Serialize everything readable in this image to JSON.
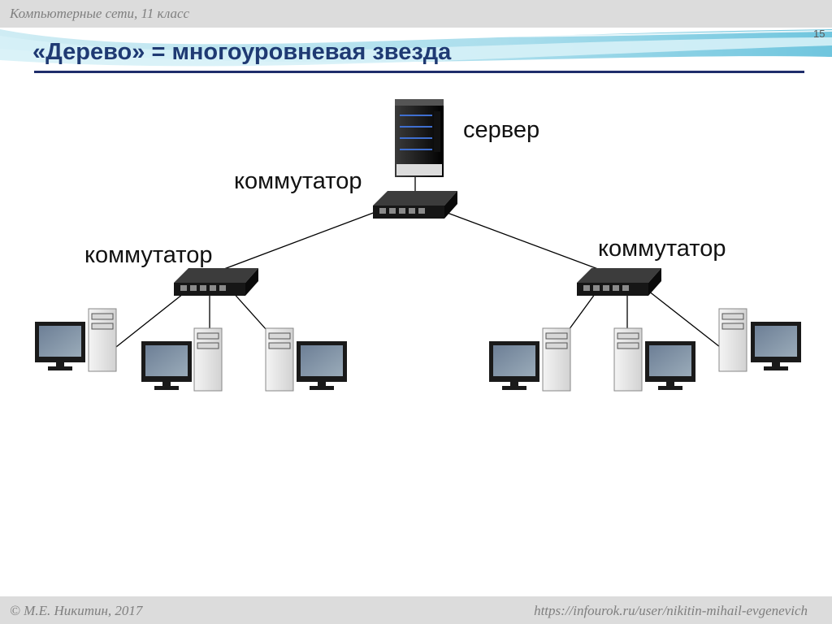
{
  "header": {
    "course": "Компьютерные сети, 11 класс",
    "page_number": "15"
  },
  "title": "«Дерево» = многоуровневая звезда",
  "diagram": {
    "labels": {
      "server": "сервер",
      "switch_top": "коммутатор",
      "switch_left": "коммутатор",
      "switch_right": "коммутатор"
    },
    "nodes": [
      {
        "id": "server",
        "kind": "server-icon"
      },
      {
        "id": "switch_top",
        "kind": "network-switch-icon"
      },
      {
        "id": "switch_left",
        "kind": "network-switch-icon"
      },
      {
        "id": "switch_right",
        "kind": "network-switch-icon"
      },
      {
        "id": "pc_left_1",
        "kind": "workstation-icon"
      },
      {
        "id": "pc_left_2",
        "kind": "workstation-icon"
      },
      {
        "id": "pc_left_3",
        "kind": "workstation-icon"
      },
      {
        "id": "pc_right_1",
        "kind": "workstation-icon"
      },
      {
        "id": "pc_right_2",
        "kind": "workstation-icon"
      },
      {
        "id": "pc_right_3",
        "kind": "workstation-icon"
      }
    ],
    "edges": [
      [
        "server",
        "switch_top"
      ],
      [
        "switch_top",
        "switch_left"
      ],
      [
        "switch_top",
        "switch_right"
      ],
      [
        "switch_left",
        "pc_left_1"
      ],
      [
        "switch_left",
        "pc_left_2"
      ],
      [
        "switch_left",
        "pc_left_3"
      ],
      [
        "switch_right",
        "pc_right_1"
      ],
      [
        "switch_right",
        "pc_right_2"
      ],
      [
        "switch_right",
        "pc_right_3"
      ]
    ]
  },
  "footer": {
    "author": "© М.Е. Никитин, 2017",
    "url": "https://infourok.ru/user/nikitin-mihail-evgenevich"
  },
  "colors": {
    "title": "#1f3a73",
    "rule": "#1f2d6b",
    "bars": "#dcdcdc",
    "bar_text": "#7f7f7f",
    "screen": "#7d8fa3"
  }
}
